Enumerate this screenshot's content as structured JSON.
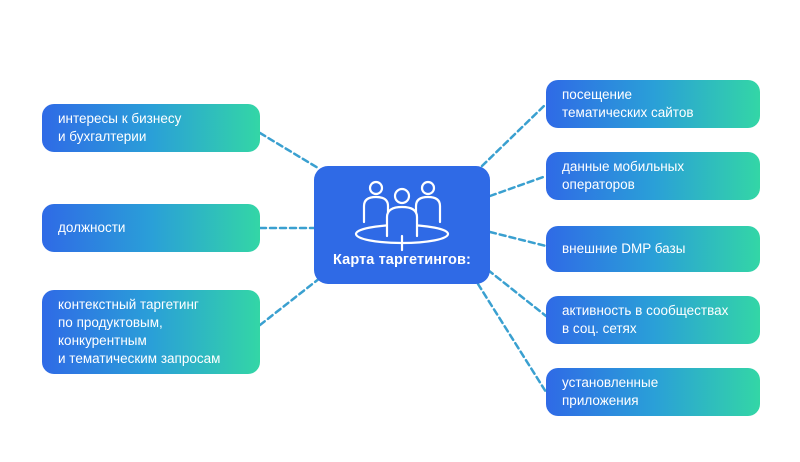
{
  "colors": {
    "center": "#2f6ae6",
    "gradient_start": "#2f6ae6",
    "gradient_end": "#33d6a6",
    "connector_line": "#3aa0d0",
    "text": "#ffffff"
  },
  "center": {
    "title": "Карта таргетингов:",
    "icon": "team-meeting-icon"
  },
  "left_nodes": [
    {
      "label": "интересы к бизнесу\nи бухгалтерии"
    },
    {
      "label": "должности"
    },
    {
      "label": "контекстный таргетинг\nпо продуктовым,\nконкурентным\nи тематическим запросам"
    }
  ],
  "right_nodes": [
    {
      "label": "посещение\nтематических сайтов"
    },
    {
      "label": "данные мобильных\nоператоров"
    },
    {
      "label": "внешние DMP базы"
    },
    {
      "label": "активность в сообществах\nв соц. сетях"
    },
    {
      "label": "установленные\nприложения"
    }
  ]
}
